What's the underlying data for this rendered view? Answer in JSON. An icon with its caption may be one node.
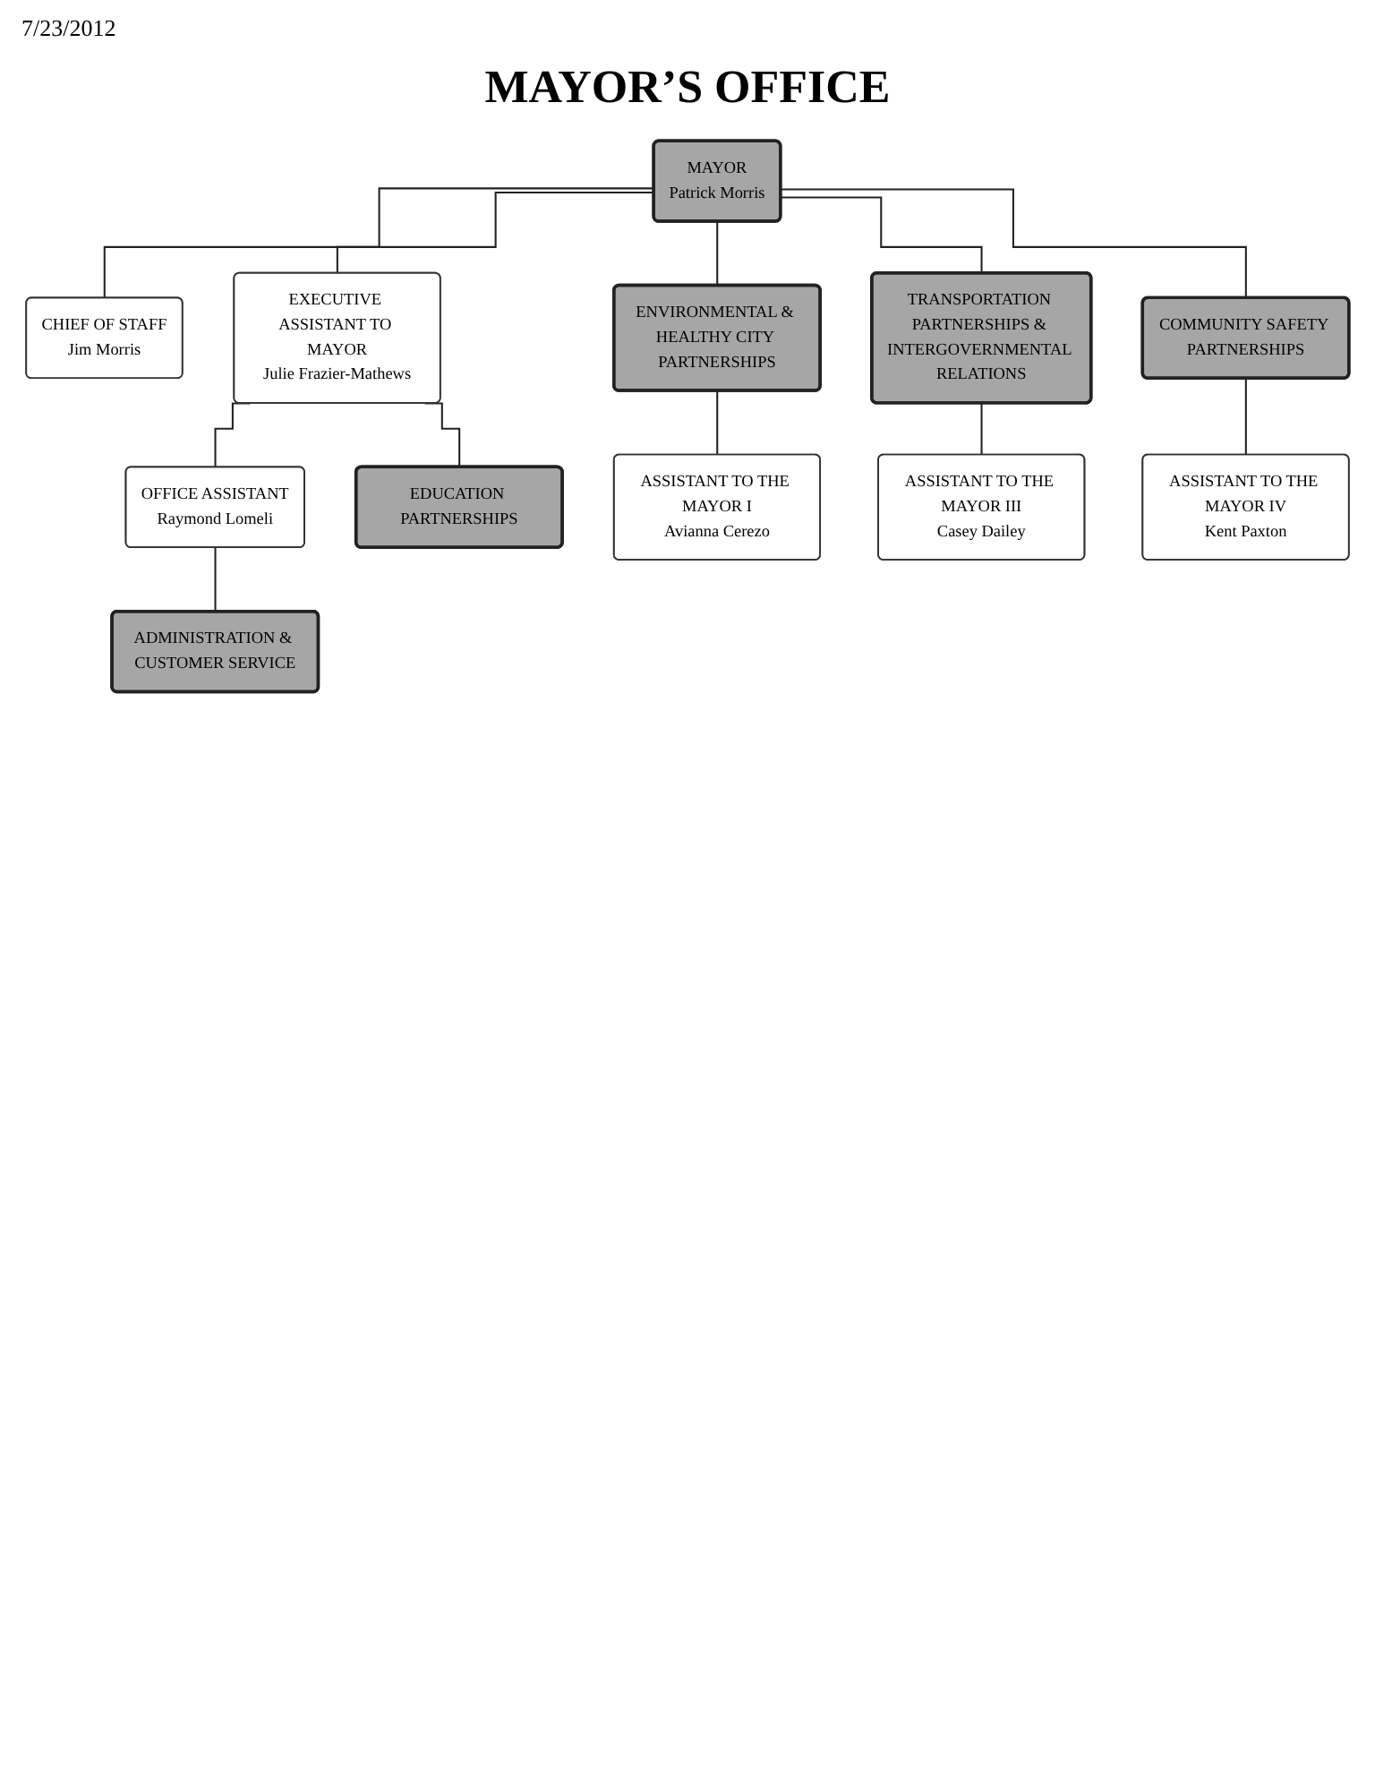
{
  "diagram": {
    "title": "MAYOR’S OFFICE",
    "nodes": [
      {
        "text": [
          "MAYOR",
          "Patrick Morris"
        ]
      },
      {
        "text": [
          "CHIEF OF STAFF",
          "Jim Morris"
        ]
      },
      {
        "text": [
          "EXECUTIVE ASSISTANT TO MAYOR",
          "Julie Frazier-Mathews"
        ]
      },
      {
        "text": [
          "OFFICE ASSISTANT",
          "Raymond Lomeli"
        ]
      },
      {
        "text": [
          "EDUCATION PARTNERSHIPS"
        ]
      },
      {
        "text": [
          "ADMINISTRATION & CUSTOMER SERVICE"
        ]
      },
      {
        "text": [
          "ENVIRONMENTAL & HEALTHY CITY PARTNERSHIPS"
        ]
      },
      {
        "text": [
          "ASSISTANT TO THE MAYOR I",
          "Avianna Cerezo"
        ]
      },
      {
        "text": [
          "TRANSPORTATION PARTNERSHIPS & INTERGOVERNMENTAL RELATIONS"
        ]
      },
      {
        "text": [
          "ASSISTANT TO THE MAYOR III",
          "Casey Dailey"
        ]
      },
      {
        "text": [
          "COMMUNITY SAFETY PARTNERSHIPS"
        ]
      },
      {
        "text": [
          "ASSISTANT TO THE MAYOR IV",
          "Kent Paxton"
        ]
      }
    ],
    "edges": [
      {
        "from": 0,
        "to": 1,
        "arrow": "none"
      },
      {
        "from": 0,
        "to": 2,
        "arrow": "none"
      },
      {
        "from": 2,
        "to": 3,
        "arrow": "none"
      },
      {
        "from": 2,
        "to": 4,
        "arrow": "none"
      },
      {
        "from": 3,
        "to": 5,
        "arrow": "none"
      },
      {
        "from": 0,
        "to": 6,
        "arrow": "none"
      },
      {
        "from": 0,
        "to": 8,
        "arrow": "none"
      },
      {
        "from": 0,
        "to": 10,
        "arrow": "none"
      },
      {
        "from": 6,
        "to": 7,
        "arrow": "none"
      },
      {
        "from": 8,
        "to": 9,
        "arrow": "none"
      },
      {
        "from": 10,
        "to": 11,
        "arrow": "none"
      }
    ],
    "labels": [
      "7/23/2012"
    ]
  }
}
